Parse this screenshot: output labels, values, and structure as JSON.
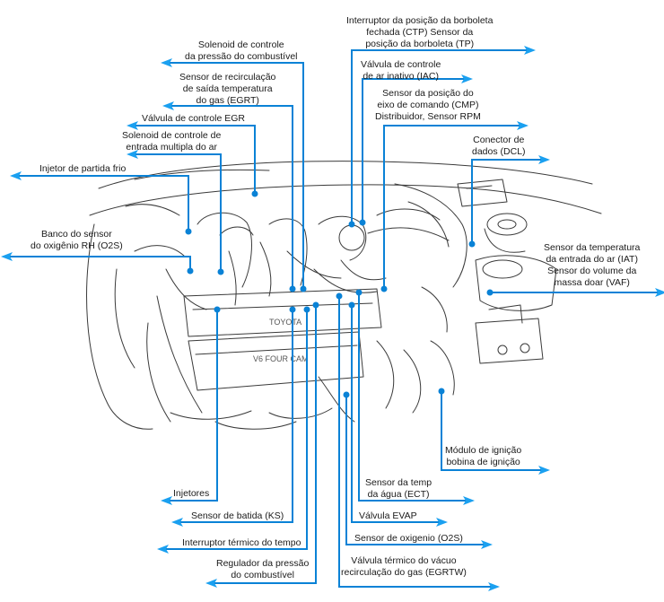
{
  "labels": {
    "ctp_tp": "Interruptor da posição da borboleta\nfechada (CTP)  Sensor da\nposição da borboleta (TP)",
    "fuel_pressure_solenoid": "Solenoid de controle\nda pressão do combustível",
    "iac": "Válvula de controle\nde ar inativo (IAC)",
    "egrt": "Sensor de recirculação\nde saída temperatura\ndo gas (EGRT)",
    "cmp": "Sensor da posição do\neixo de comando (CMP)\nDistribuidor, Sensor RPM",
    "egr_valve": "Válvula de controle EGR",
    "intake_solenoid": "Solenoid de controle de\nentrada multipla do ar",
    "dlc": "Conector de\ndados (DCL)",
    "cold_start": "Injetor de partida frio",
    "o2s_bank": "Banco do sensor\ndo oxigênio RH (O2S)",
    "iat_vaf": "Sensor da temperatura\nda entrada do ar (IAT)\nSensor do volume da\nmassa doar (VAF)",
    "ignition": "Módulo de ignição\nbobina de ignição",
    "ect": "Sensor da temp\nda água (ECT)",
    "injectors": "Injetores",
    "evap": "Válvula EVAP",
    "knock": "Sensor de batida (KS)",
    "o2s": "Sensor de oxigenio (O2S)",
    "thermo_time": "Interruptor térmico do tempo",
    "pressure_regulator": "Regulador da pressão\ndo combustível",
    "egrtw": "Válvula térmico do vácuo\nrecirculação do gas (EGRTW)"
  },
  "engine_marks": {
    "brand": "TOYOTA",
    "engine": "V6 FOUR CAM"
  },
  "colors": {
    "leader": "#0a82d6",
    "arrow": "#1aa0f0",
    "sketch": "#3a3a3a"
  }
}
